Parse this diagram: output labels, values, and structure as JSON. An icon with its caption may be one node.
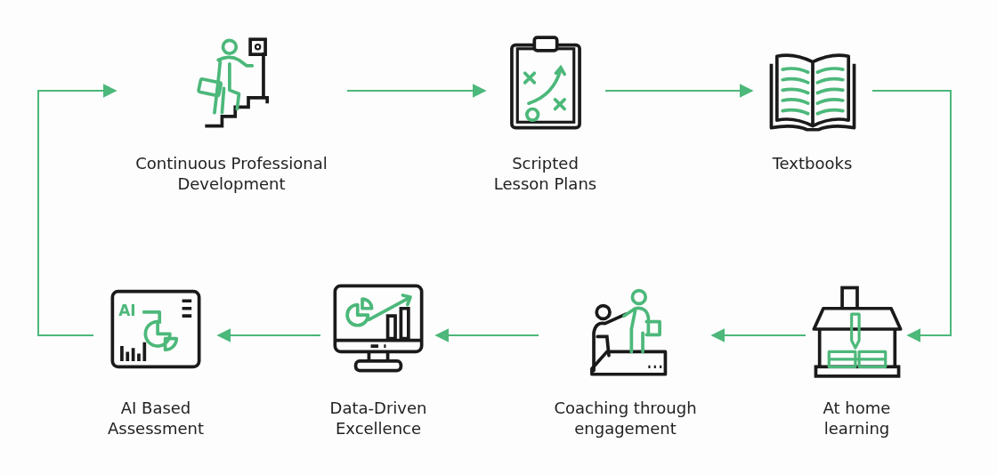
{
  "diagram": {
    "nodes": [
      {
        "text": [
          "Continuous Professional Development"
        ]
      },
      {
        "text": [
          "Scripted Lesson Plans"
        ]
      },
      {
        "text": [
          "Textbooks"
        ]
      },
      {
        "text": [
          "At home learning"
        ]
      },
      {
        "text": [
          "Coaching through engagement"
        ]
      },
      {
        "text": [
          "Data-Driven Excellence"
        ]
      },
      {
        "text": [
          "AI Based Assessment"
        ]
      }
    ],
    "edges": [
      {
        "from": 0,
        "to": 1,
        "arrow": "to"
      },
      {
        "from": 1,
        "to": 2,
        "arrow": "to"
      },
      {
        "from": 2,
        "to": 3,
        "arrow": "to"
      },
      {
        "from": 3,
        "to": 4,
        "arrow": "to"
      },
      {
        "from": 4,
        "to": 5,
        "arrow": "to"
      },
      {
        "from": 5,
        "to": 6,
        "arrow": "to"
      },
      {
        "from": 6,
        "to": 0,
        "arrow": "to"
      }
    ],
    "labels": [
      "AI"
    ]
  }
}
